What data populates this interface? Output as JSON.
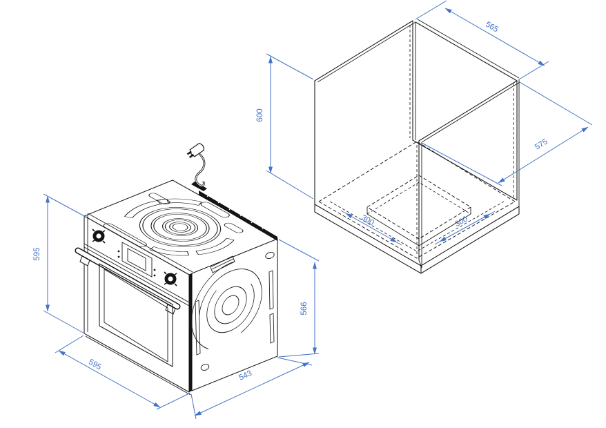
{
  "drawing": {
    "kind": "built-in oven installation diagram",
    "colors": {
      "dimension_accent": "#4472c4",
      "outline": "#1c1c1e",
      "background": "#ffffff"
    },
    "oven_dims": {
      "height": "595",
      "width": "595",
      "depth": "543",
      "body_height": "566"
    },
    "cabinet_dims": {
      "height": "600",
      "width": "565",
      "depth": "575",
      "cutout_side_a": "300",
      "cutout_side_b": "300"
    }
  }
}
